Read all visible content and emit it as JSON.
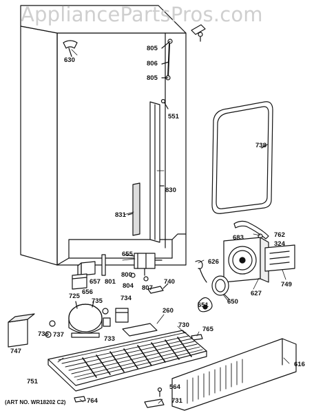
{
  "watermark": "AppliancePartsPros.com",
  "art_number": "(ART NO. WR18202 C2)",
  "parts": [
    {
      "id": "p630",
      "label": "630"
    },
    {
      "id": "p805a",
      "label": "805"
    },
    {
      "id": "p806",
      "label": "806"
    },
    {
      "id": "p805b",
      "label": "805"
    },
    {
      "id": "p551",
      "label": "551"
    },
    {
      "id": "p738",
      "label": "738"
    },
    {
      "id": "p830",
      "label": "830"
    },
    {
      "id": "p831",
      "label": "831"
    },
    {
      "id": "p762",
      "label": "762"
    },
    {
      "id": "p683",
      "label": "683"
    },
    {
      "id": "p324",
      "label": "324"
    },
    {
      "id": "p655",
      "label": "655"
    },
    {
      "id": "p626",
      "label": "626"
    },
    {
      "id": "p657",
      "label": "657"
    },
    {
      "id": "p801",
      "label": "801"
    },
    {
      "id": "p800",
      "label": "800"
    },
    {
      "id": "p749",
      "label": "749"
    },
    {
      "id": "p656",
      "label": "656"
    },
    {
      "id": "p804",
      "label": "804"
    },
    {
      "id": "p807",
      "label": "807"
    },
    {
      "id": "p740",
      "label": "740"
    },
    {
      "id": "p627",
      "label": "627"
    },
    {
      "id": "p725",
      "label": "725"
    },
    {
      "id": "p735",
      "label": "735"
    },
    {
      "id": "p734",
      "label": "734"
    },
    {
      "id": "p651",
      "label": "651"
    },
    {
      "id": "p650",
      "label": "650"
    },
    {
      "id": "p260",
      "label": "260"
    },
    {
      "id": "p730",
      "label": "730"
    },
    {
      "id": "p765",
      "label": "765"
    },
    {
      "id": "p736",
      "label": "736"
    },
    {
      "id": "p737",
      "label": "737"
    },
    {
      "id": "p733",
      "label": "733"
    },
    {
      "id": "p747",
      "label": "747"
    },
    {
      "id": "p616",
      "label": "616"
    },
    {
      "id": "p751",
      "label": "751"
    },
    {
      "id": "p564",
      "label": "564"
    },
    {
      "id": "p731",
      "label": "731"
    },
    {
      "id": "p764",
      "label": "764"
    }
  ]
}
